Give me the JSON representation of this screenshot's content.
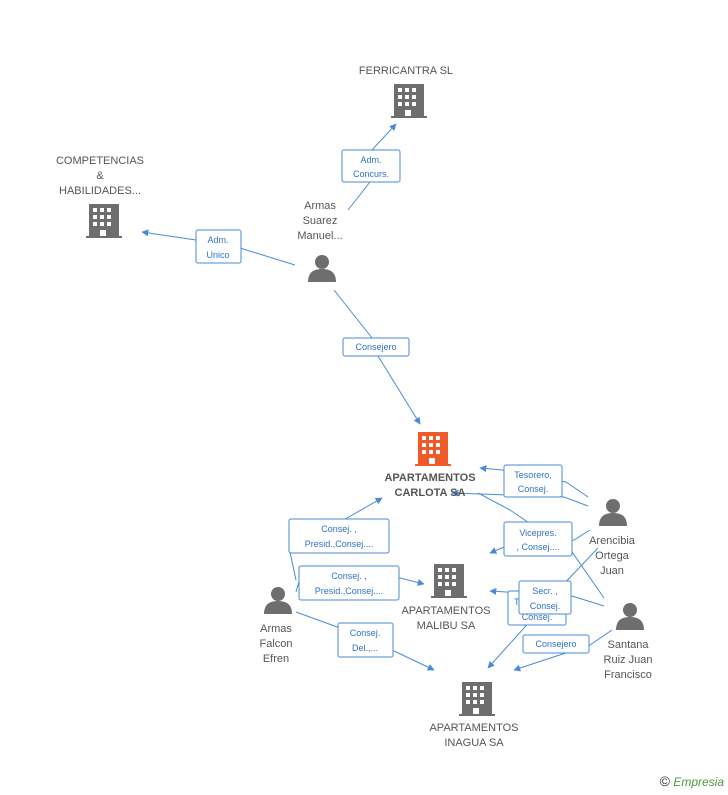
{
  "colors": {
    "main_company": "#f05a28",
    "company": "#6e6e6e",
    "person": "#6e6e6e",
    "edge": "#4a8bd6"
  },
  "nodes": {
    "ferricantra": {
      "lines": [
        "FERRICANTRA SL"
      ],
      "kind": "company"
    },
    "competencias": {
      "lines": [
        "COMPETENCIAS",
        "&",
        "HABILIDADES..."
      ],
      "kind": "company"
    },
    "armas_suarez": {
      "lines": [
        "Armas",
        "Suarez",
        "Manuel..."
      ],
      "kind": "person"
    },
    "carlota": {
      "lines": [
        "APARTAMENTOS",
        "CARLOTA SA"
      ],
      "kind": "main"
    },
    "arencibia": {
      "lines": [
        "Arencibia",
        "Ortega",
        "Juan"
      ],
      "kind": "person"
    },
    "malibu": {
      "lines": [
        "APARTAMENTOS",
        "MALIBU SA"
      ],
      "kind": "company"
    },
    "armas_falcon": {
      "lines": [
        "Armas",
        "Falcon",
        "Efren"
      ],
      "kind": "person"
    },
    "santana": {
      "lines": [
        "Santana",
        "Ruiz Juan",
        "Francisco"
      ],
      "kind": "person"
    },
    "inagua": {
      "lines": [
        "APARTAMENTOS",
        "INAGUA SA"
      ],
      "kind": "company"
    }
  },
  "edges": [
    {
      "id": "suarez-ferricantra",
      "lines": [
        "Adm.",
        "Concurs."
      ]
    },
    {
      "id": "suarez-competencias",
      "lines": [
        "Adm.",
        "Unico"
      ]
    },
    {
      "id": "suarez-carlota",
      "lines": [
        "Consejero"
      ]
    },
    {
      "id": "arencibia-carlota",
      "lines": [
        "Tesorero,",
        "Consej."
      ]
    },
    {
      "id": "arencibia-malibu",
      "lines": [
        "Vicepres.",
        ", Consej...."
      ]
    },
    {
      "id": "falcon-carlota",
      "lines": [
        "Consej. ,",
        "Presid.,Consej...."
      ]
    },
    {
      "id": "falcon-malibu",
      "lines": [
        "Consej. ,",
        "Presid.,Consej...."
      ]
    },
    {
      "id": "falcon-inagua",
      "lines": [
        "Consej.",
        "Del.,..."
      ]
    },
    {
      "id": "santana-malibu-hidden",
      "lines": [
        "T...",
        "Consej."
      ]
    },
    {
      "id": "santana-malibu",
      "lines": [
        "Secr. ,",
        "Consej."
      ]
    },
    {
      "id": "santana-inagua",
      "lines": [
        "Consejero"
      ]
    }
  ],
  "footer": {
    "symbol": "©",
    "brand": "Empresia"
  }
}
